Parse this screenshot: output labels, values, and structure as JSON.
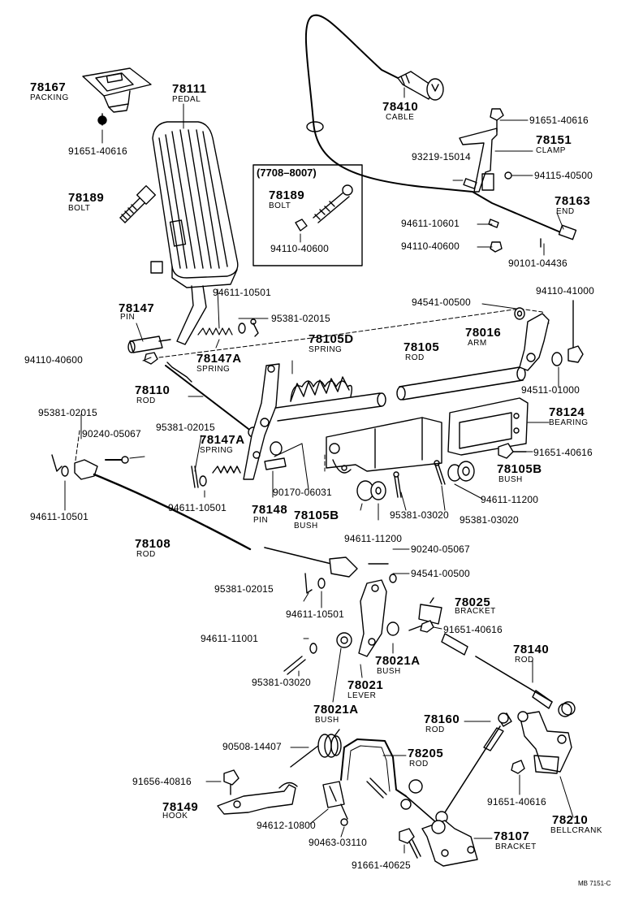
{
  "diagram": {
    "line_color": "#000000",
    "background": "#ffffff",
    "labels": {
      "p78167": "78167",
      "n78167": "PACKING",
      "p78111": "78111",
      "n78111": "PEDAL",
      "p78410": "78410",
      "n78410": "CABLE",
      "p91651_a": "91651-40616",
      "p91651_b": "91651-40616",
      "p78151": "78151",
      "n78151": "CLAMP",
      "p93219": "93219-15014",
      "p94115": "94115-40500",
      "grp7708": "(7708–8007)",
      "p78189_a": "78189",
      "n78189_a": "BOLT",
      "p78189_b": "78189",
      "n78189_b": "BOLT",
      "p94110_40600_a": "94110-40600",
      "p78163": "78163",
      "n78163": "END",
      "p94611_10601": "94611-10601",
      "p94110_40600_b": "94110-40600",
      "p90101": "90101-04436",
      "p94611_10501_a": "94611-10501",
      "p95381_02015_a": "95381-02015",
      "p94110_41000": "94110-41000",
      "p94541_a": "94541-00500",
      "p78147": "78147",
      "n78147": "PIN",
      "p78016": "78016",
      "n78016": "ARM",
      "p78105D": "78105D",
      "n78105D": "SPRING",
      "p78105": "78105",
      "n78105": "ROD",
      "p94110_40600_c": "94110-40600",
      "p78147A_a": "78147A",
      "n78147A_a": "SPRING",
      "p94511": "94511-01000",
      "p78110": "78110",
      "n78110": "ROD",
      "p78124": "78124",
      "n78124": "BEARING",
      "p95381_02015_b": "95381-02015",
      "p95381_02015_c": "95381-02015",
      "p90240_a": "90240-05067",
      "p78147A_b": "78147A",
      "n78147A_b": "SPRING",
      "p91651_c": "91651-40616",
      "p78105B_a": "78105B",
      "n78105B_a": "BUSH",
      "p94611_11200_a": "94611-11200",
      "p90170": "90170-06031",
      "p94611_10501_b": "94611-10501",
      "p78148": "78148",
      "n78148": "PIN",
      "p78105B_b": "78105B",
      "n78105B_b": "BUSH",
      "p95381_03020_a": "95381-03020",
      "p95381_03020_b": "95381-03020",
      "p94611_10501_c": "94611-10501",
      "p94611_11200_b": "94611-11200",
      "p78108": "78108",
      "n78108": "ROD",
      "p90240_b": "90240-05067",
      "p95381_02015_d": "95381-02015",
      "p94541_b": "94541-00500",
      "p94611_10501_d": "94611-10501",
      "p78025": "78025",
      "n78025": "BRACKET",
      "p91651_d": "91651-40616",
      "p94611_11001": "94611-11001",
      "p78021A_a": "78021A",
      "n78021A_a": "BUSH",
      "p78140": "78140",
      "n78140": "ROD",
      "p95381_03020_c": "95381-03020",
      "p78021": "78021",
      "n78021": "LEVER",
      "p78021A_b": "78021A",
      "n78021A_b": "BUSH",
      "p78160": "78160",
      "n78160": "ROD",
      "p90508": "90508-14407",
      "p78205": "78205",
      "n78205": "ROD",
      "p91656": "91656-40816",
      "p91651_e": "91651-40616",
      "p78149": "78149",
      "n78149": "HOOK",
      "p78210": "78210",
      "n78210": "BELLCRANK",
      "p94612": "94612-10800",
      "p90463": "90463-03110",
      "p78107": "78107",
      "n78107": "BRACKET",
      "p91661": "91661-40625",
      "ref": "MB 7151-C"
    }
  }
}
